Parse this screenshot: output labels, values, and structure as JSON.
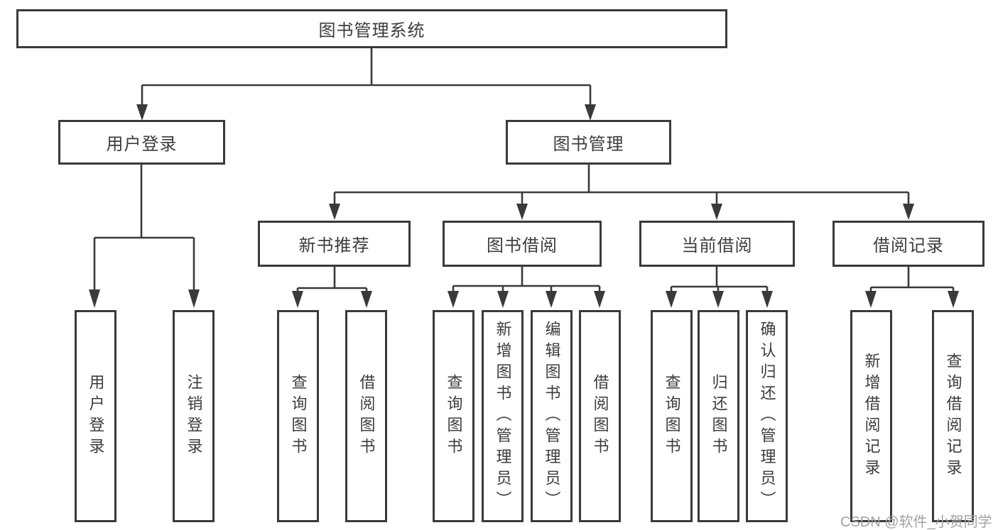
{
  "diagram": {
    "title": "图书管理系统",
    "root": {
      "label": "图书管理系统"
    },
    "level1": [
      {
        "id": "user-login",
        "label": "用户登录"
      },
      {
        "id": "book-management",
        "label": "图书管理"
      }
    ],
    "level2": [
      {
        "id": "new-book-recommend",
        "label": "新书推荐"
      },
      {
        "id": "book-borrow",
        "label": "图书借阅"
      },
      {
        "id": "current-borrow",
        "label": "当前借阅"
      },
      {
        "id": "borrow-records",
        "label": "借阅记录"
      }
    ],
    "leaves": [
      {
        "parent": "user-login",
        "label": "用户登录"
      },
      {
        "parent": "user-login",
        "label": "注销登录"
      },
      {
        "parent": "new-book-recommend",
        "label": "查询图书"
      },
      {
        "parent": "new-book-recommend",
        "label": "借阅图书"
      },
      {
        "parent": "book-borrow",
        "label": "查询图书"
      },
      {
        "parent": "book-borrow",
        "label": "新增图书（管理员）"
      },
      {
        "parent": "book-borrow",
        "label": "编辑图书（管理员）"
      },
      {
        "parent": "book-borrow",
        "label": "借阅图书"
      },
      {
        "parent": "current-borrow",
        "label": "查询图书"
      },
      {
        "parent": "current-borrow",
        "label": "归还图书"
      },
      {
        "parent": "current-borrow",
        "label": "确认归还（管理员）"
      },
      {
        "parent": "borrow-records",
        "label": "新增借阅记录"
      },
      {
        "parent": "borrow-records",
        "label": "查询借阅记录"
      }
    ],
    "watermark": "CSDN @软件_小贺同学",
    "colors": {
      "line": "#3a3a3a",
      "box_border": "#3a3a3a",
      "text": "#3c3c3c",
      "watermark": "#a3a3a3",
      "background": "#ffffff"
    }
  }
}
